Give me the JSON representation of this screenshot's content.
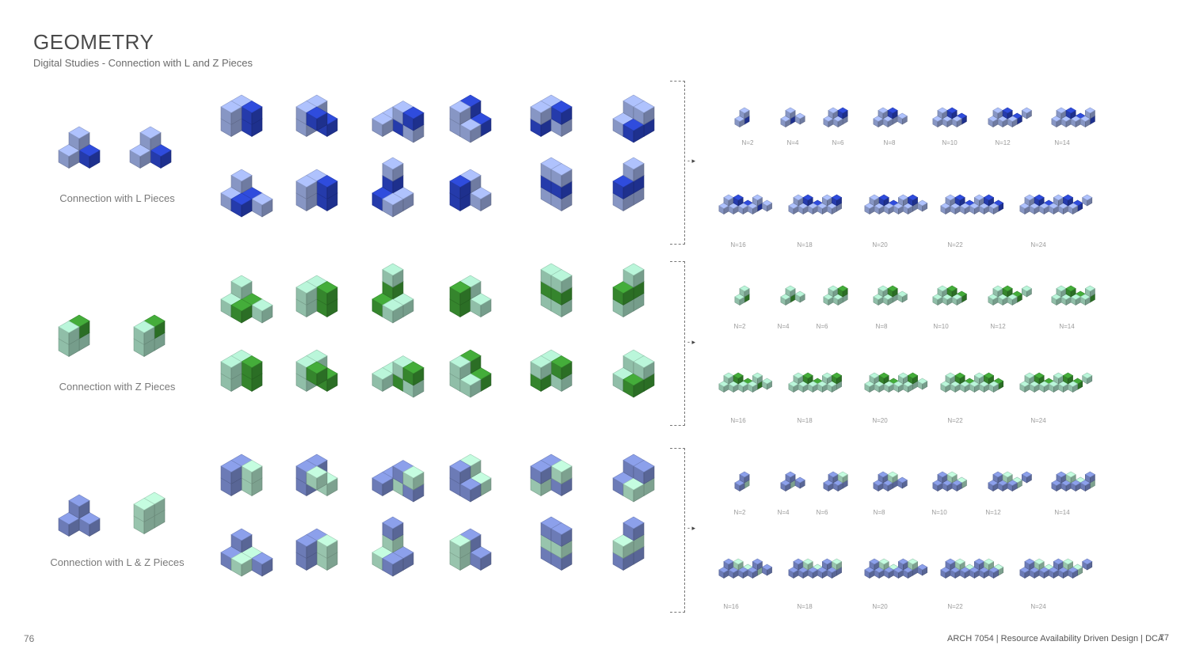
{
  "header": {
    "title": "GEOMETRY",
    "subtitle": "Digital Studies - Connection with L and Z Pieces"
  },
  "rows": [
    {
      "label": "Connection with L Pieces",
      "scheme": "blue",
      "top_labels": [
        "N=2",
        "N=4",
        "N=6",
        "N=8",
        "N=10",
        "N=12",
        "N=14"
      ],
      "bottom_labels": [
        "N=16",
        "N=18",
        "N=20",
        "N=22",
        "N=24"
      ]
    },
    {
      "label": "Connection with Z Pieces",
      "scheme": "green",
      "top_labels": [
        "N=2",
        "N=4",
        "N=6",
        "N=8",
        "N=10",
        "N=12",
        "N=14"
      ],
      "bottom_labels": [
        "N=16",
        "N=18",
        "N=20",
        "N=22",
        "N=24"
      ]
    },
    {
      "label": "Connection with L & Z Pieces",
      "scheme": "mixed",
      "top_labels": [
        "N=2",
        "N=4",
        "N=6",
        "N=8",
        "N=10",
        "N=12",
        "N=14"
      ],
      "bottom_labels": [
        "N=16",
        "N=18",
        "N=20",
        "N=22",
        "N=24"
      ]
    }
  ],
  "colors": {
    "blue_dark": "#2b45c9",
    "blue_light": "#9fb0e6",
    "green_dark": "#3e9d35",
    "green_light": "#a9e0c6",
    "mixed_blue": "#7f91d6",
    "mixed_green": "#b3e6cc"
  },
  "footer": {
    "page_left": "76",
    "course": "ARCH 7054  |  Resource  Availability  Driven Design |  DCA",
    "page_right": "77"
  }
}
